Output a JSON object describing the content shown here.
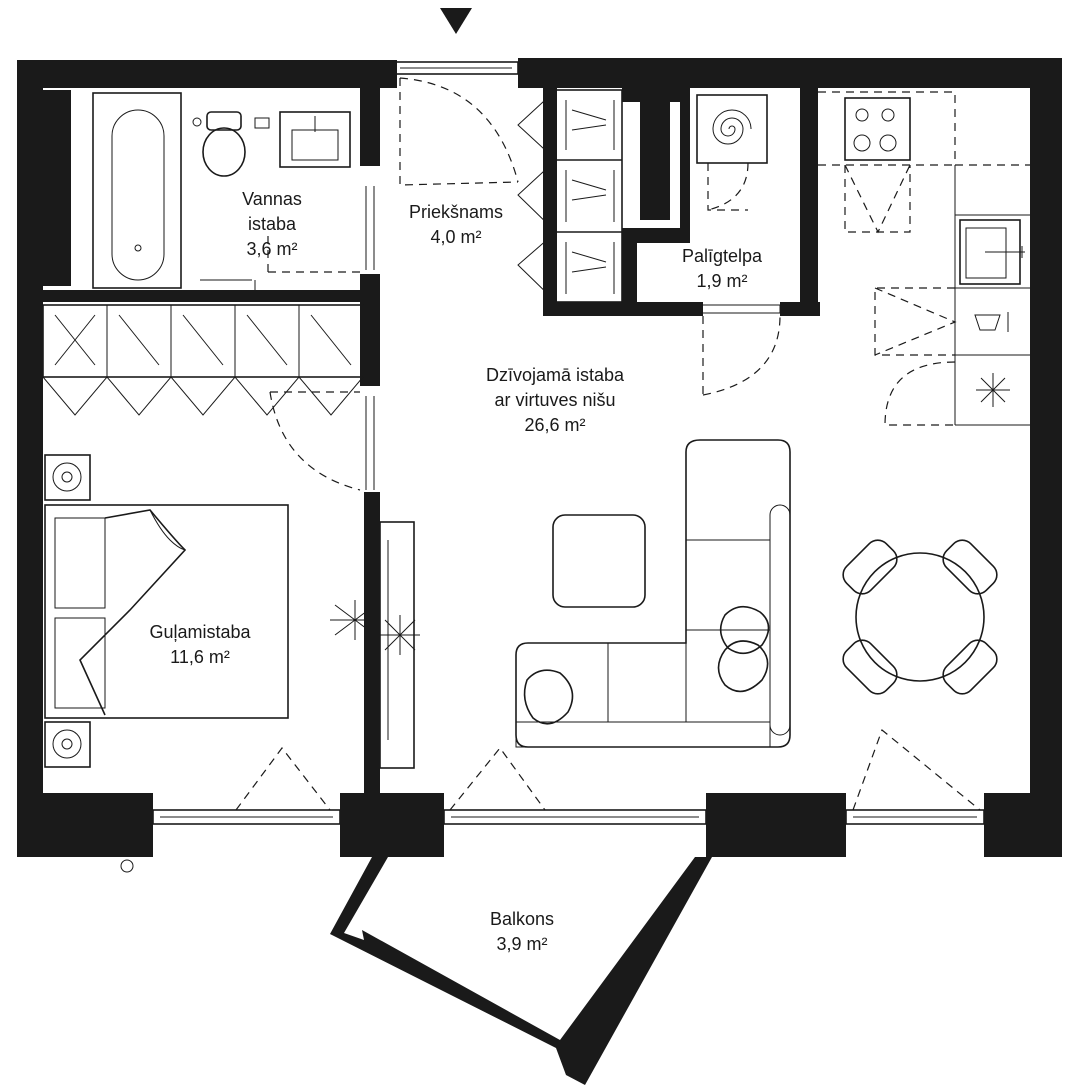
{
  "rooms": {
    "bathroom": {
      "name_line1": "Vannas",
      "name_line2": "istaba",
      "area": "3,6 m²"
    },
    "hall": {
      "name": "Priekšnams",
      "area": "4,0 m²"
    },
    "utility": {
      "name": "Palīgtelpa",
      "area": "1,9 m²"
    },
    "living": {
      "name_line1": "Dzīvojamā istaba",
      "name_line2": "ar virtuves nišu",
      "area": "26,6 m²"
    },
    "bedroom": {
      "name": "Guļamistaba",
      "area": "11,6 m²"
    },
    "balcony": {
      "name": "Balkons",
      "area": "3,9 m²"
    }
  },
  "colors": {
    "wall": "#1a1a1a",
    "background": "#ffffff"
  },
  "icons": [
    "entrance-arrow-icon",
    "bathtub-icon",
    "toilet-icon",
    "sink-icon",
    "stove-icon",
    "boiler-icon",
    "washing-machine-icon",
    "dishwasher-icon",
    "oven-icon",
    "bed-icon",
    "sofa-icon",
    "dining-table-icon",
    "lamp-icon"
  ]
}
